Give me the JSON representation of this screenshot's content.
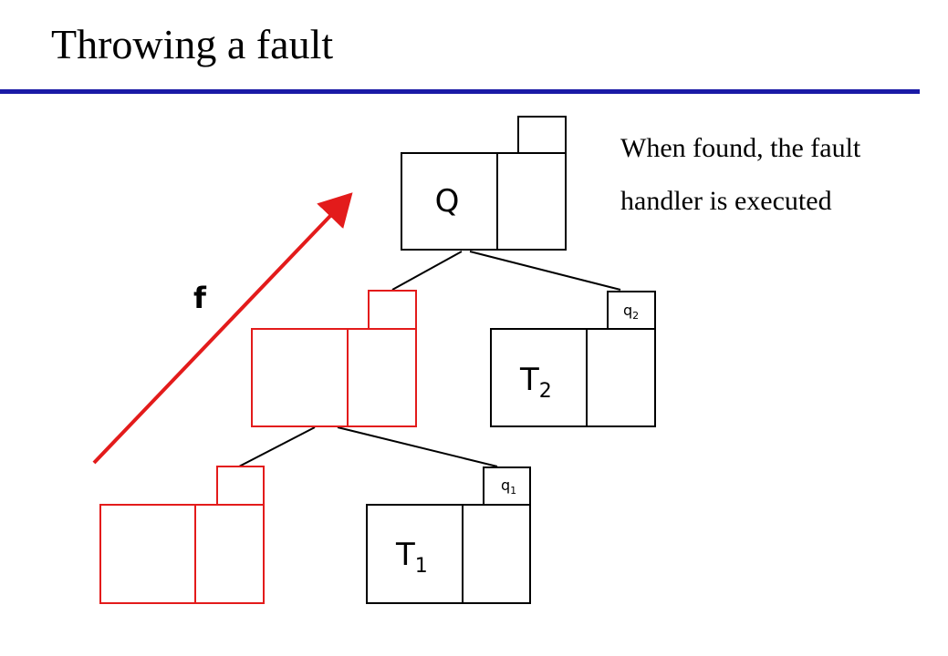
{
  "title": "Throwing a fault",
  "note": {
    "line1": "When found, the fault",
    "line2": "handler is executed"
  },
  "colors": {
    "accent_rule": "#1a1aa6",
    "fault_path": "#e31b1b",
    "normal": "#000000"
  },
  "diagram": {
    "root_label": "Q",
    "arrow_label": "f",
    "t2": {
      "label_main": "T",
      "label_sub": "2",
      "tag_main": "q",
      "tag_sub": "2"
    },
    "t1": {
      "label_main": "T",
      "label_sub": "1",
      "tag_main": "q",
      "tag_sub": "1"
    }
  }
}
